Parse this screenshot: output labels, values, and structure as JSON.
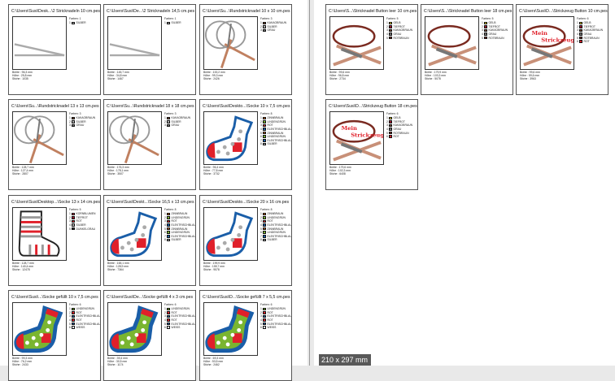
{
  "page_size_label": "210 x 297 mm",
  "legend_header": "Farben:",
  "pages": [
    {
      "cells": [
        {
          "title": "C:\\Users\\Susi\\Desk...\\2 Stricknadeln 10 cm.pes",
          "thumb": "needles",
          "colors_count": "1",
          "colors": [
            {
              "name": "SILBER",
              "hex": "#b0b0b0"
            }
          ],
          "stats": [
            "Breite : 96,3 mm",
            "Höhe : 25,8 mm",
            "Stiche : 1035"
          ]
        },
        {
          "title": "C:\\Users\\Susi\\De...\\2 Stricknadeln 14,5 cm.pes",
          "thumb": "needles",
          "colors_count": "1",
          "colors": [
            {
              "name": "SILBER",
              "hex": "#b0b0b0"
            }
          ],
          "stats": [
            "Breite : 145,7 mm",
            "Höhe : 34,8 mm",
            "Stiche : 1467"
          ]
        },
        {
          "title": "C:\\Users\\Su...\\Rundstricknadel 10 x 10 cm.pes",
          "thumb": "circular",
          "colors_count": "3",
          "colors": [
            {
              "name": "KAKAOBRAUN",
              "hex": "#7a4a32"
            },
            {
              "name": "SILBER",
              "hex": "#b0b0b0"
            },
            {
              "name": "GRAU",
              "hex": "#777777"
            }
          ],
          "stats": [
            "Breite : 100,2 mm",
            "Höhe : 99,3 mm",
            "Stiche : 2426"
          ]
        },
        {
          "title": "C:\\Users\\Su...\\Rundstricknadel 13 x 13 cm.pes",
          "thumb": "circular",
          "colors_count": "3",
          "colors": [
            {
              "name": "KAKAOBRAUN",
              "hex": "#7a4a32"
            },
            {
              "name": "SILBER",
              "hex": "#b0b0b0"
            },
            {
              "name": "GRAU",
              "hex": "#777777"
            }
          ],
          "stats": [
            "Breite : 128,7 mm",
            "Höhe : 127,4 mm",
            "Stiche : 2807"
          ]
        },
        {
          "title": "C:\\Users\\Su...\\Rundstricknadel 18 x 18 cm.pes",
          "thumb": "circular",
          "colors_count": "3",
          "colors": [
            {
              "name": "KAKAOBRAUN",
              "hex": "#7a4a32"
            },
            {
              "name": "SILBER",
              "hex": "#b0b0b0"
            },
            {
              "name": "GRAU",
              "hex": "#777777"
            }
          ],
          "stats": [
            "Breite : 176,3 mm",
            "Höhe : 178,1 mm",
            "Stiche : 3507"
          ]
        },
        {
          "title": "C:\\Users\\Susi\\Deskto...\\Socke 10  x 7,5 cm.pes",
          "thumb": "sock",
          "colors_count": "8",
          "colors": [
            {
              "name": "ZINNBRAUN",
              "hex": "#c0601a"
            },
            {
              "name": "LINDENGRÜN",
              "hex": "#7ab530"
            },
            {
              "name": "ROT",
              "hex": "#e0202a"
            },
            {
              "name": "ELEKTRISCHBLAU",
              "hex": "#1a5ea8"
            },
            {
              "name": "ZINNBRAUN",
              "hex": "#c0601a"
            },
            {
              "name": "LINDENGRÜN",
              "hex": "#7ab530"
            },
            {
              "name": "ELEKTRISCHBLAU",
              "hex": "#1a5ea8"
            },
            {
              "name": "SILBER",
              "hex": "#b0b0b0"
            }
          ],
          "stats": [
            "Breite : 96,4 mm",
            "Höhe : 77,8 mm",
            "Stiche : 3732"
          ]
        },
        {
          "title": "C:\\Users\\Susi\\Desktop...\\Socke 13 x 14 cm.pes",
          "thumb": "stripes",
          "colors_count": "5",
          "colors": [
            {
              "name": "KORNBLUMEN",
              "hex": "#d04050"
            },
            {
              "name": "TIEFROT",
              "hex": "#a01830"
            },
            {
              "name": "ROT",
              "hex": "#e0202a"
            },
            {
              "name": "SILBER",
              "hex": "#b0b0b0"
            },
            {
              "name": "DUNKELGRAU",
              "hex": "#333333"
            }
          ],
          "stats": [
            "Breite : 128,7 mm",
            "Höhe : 140,4 mm",
            "Stiche : 12478"
          ]
        },
        {
          "title": "C:\\Users\\Susi\\Deskt...\\Socke 16,5  x 13 cm.pes",
          "thumb": "sock",
          "colors_count": "8",
          "colors": [
            {
              "name": "ZINNBRAUN",
              "hex": "#c0601a"
            },
            {
              "name": "LINDENGRÜN",
              "hex": "#7ab530"
            },
            {
              "name": "ROT",
              "hex": "#e0202a"
            },
            {
              "name": "ELEKTRISCHBLAU",
              "hex": "#1a5ea8"
            },
            {
              "name": "ZINNBRAUN",
              "hex": "#c0601a"
            },
            {
              "name": "LINDENGRÜN",
              "hex": "#7ab530"
            },
            {
              "name": "ELEKTRISCHBLAU",
              "hex": "#1a5ea8"
            },
            {
              "name": "SILBER",
              "hex": "#b0b0b0"
            }
          ],
          "stats": [
            "Breite : 165,1 mm",
            "Höhe : 128,9 mm",
            "Stiche : 7364"
          ]
        },
        {
          "title": "C:\\Users\\Susi\\Deskto...\\Socke 20  x 16 cm.pes",
          "thumb": "sock",
          "colors_count": "8",
          "colors": [
            {
              "name": "ZINNBRAUN",
              "hex": "#c0601a"
            },
            {
              "name": "LINDENGRÜN",
              "hex": "#7ab530"
            },
            {
              "name": "ROT",
              "hex": "#e0202a"
            },
            {
              "name": "ELEKTRISCHBLAU",
              "hex": "#1a5ea8"
            },
            {
              "name": "ZINNBRAUN",
              "hex": "#c0601a"
            },
            {
              "name": "LINDENGRÜN",
              "hex": "#7ab530"
            },
            {
              "name": "ELEKTRISCHBLAU",
              "hex": "#1a5ea8"
            },
            {
              "name": "SILBER",
              "hex": "#b0b0b0"
            }
          ],
          "stats": [
            "Breite : 199,9 mm",
            "Höhe : 155,7 mm",
            "Stiche : 9578"
          ]
        },
        {
          "title": "C:\\Users\\Susi\\...\\Socke gefüllt 10  x 7,5 cm.pes",
          "thumb": "sockgreen",
          "colors_count": "6",
          "colors": [
            {
              "name": "LINDENGRÜN",
              "hex": "#7ab530"
            },
            {
              "name": "ROT",
              "hex": "#e0202a"
            },
            {
              "name": "ELEKTRISCHBLAU",
              "hex": "#1a5ea8"
            },
            {
              "name": "ROT",
              "hex": "#e0202a"
            },
            {
              "name": "ELEKTRISCHBLAU",
              "hex": "#1a5ea8"
            },
            {
              "name": "WEISS",
              "hex": "#ffffff"
            }
          ],
          "stats": [
            "Breite : 99,3 mm",
            "Höhe : 76,2 mm",
            "Stiche : 2433"
          ]
        },
        {
          "title": "C:\\Users\\Susi\\De...\\Socke gefüllt 4  x 3 cm.pes",
          "thumb": "sockgreen",
          "colors_count": "6",
          "colors": [
            {
              "name": "LINDENGRÜN",
              "hex": "#7ab530"
            },
            {
              "name": "ROT",
              "hex": "#e0202a"
            },
            {
              "name": "ELEKTRISCHBLAU",
              "hex": "#1a5ea8"
            },
            {
              "name": "ROT",
              "hex": "#e0202a"
            },
            {
              "name": "ELEKTRISCHBLAU",
              "hex": "#1a5ea8"
            },
            {
              "name": "WEISS",
              "hex": "#ffffff"
            }
          ],
          "stats": [
            "Breite : 39,4 mm",
            "Höhe : 30,5 mm",
            "Stiche : 1174"
          ]
        },
        {
          "title": "C:\\Users\\Susi\\D...\\Socke gefüllt 7  x 5,5 cm.pes",
          "thumb": "sockgreen",
          "colors_count": "6",
          "colors": [
            {
              "name": "LINDENGRÜN",
              "hex": "#7ab530"
            },
            {
              "name": "ROT",
              "hex": "#e0202a"
            },
            {
              "name": "ELEKTRISCHBLAU",
              "hex": "#1a5ea8"
            },
            {
              "name": "ROT",
              "hex": "#e0202a"
            },
            {
              "name": "ELEKTRISCHBLAU",
              "hex": "#1a5ea8"
            },
            {
              "name": "WEISS",
              "hex": "#ffffff"
            }
          ],
          "stats": [
            "Breite : 69,3 mm",
            "Höhe : 53,5 mm",
            "Stiche : 2462"
          ]
        }
      ]
    },
    {
      "cells": [
        {
          "title": "C:\\Users\\S...\\Stricknadel Button leer 10 cm.pes",
          "thumb": "button",
          "colors_count": "5",
          "colors": [
            {
              "name": "GELB",
              "hex": "#f2e030"
            },
            {
              "name": "TIEFROT",
              "hex": "#a01830"
            },
            {
              "name": "KAKAOBRAUN",
              "hex": "#7a4a32"
            },
            {
              "name": "GRAU",
              "hex": "#777777"
            },
            {
              "name": "ROTBRAUN",
              "hex": "#7a2a20"
            }
          ],
          "stats": [
            "Breite : 99,6 mm",
            "Höhe : 96,8 mm",
            "Stiche : 2734"
          ]
        },
        {
          "title": "C:\\Users\\S...\\Stricknadel Button leer 18 cm.pes",
          "thumb": "button",
          "colors_count": "5",
          "colors": [
            {
              "name": "GELB",
              "hex": "#f2e030"
            },
            {
              "name": "TIEFROT",
              "hex": "#a01830"
            },
            {
              "name": "KAKAOBRAUN",
              "hex": "#7a4a32"
            },
            {
              "name": "GRAU",
              "hex": "#777777"
            },
            {
              "name": "ROTBRAUN",
              "hex": "#7a2a20"
            }
          ],
          "stats": [
            "Breite : 179,9 mm",
            "Höhe : 103,3 mm",
            "Stiche : 5078"
          ]
        },
        {
          "title": "C:\\Users\\Susi\\D...\\Strickzeug Button 10 cm.pes",
          "thumb": "button-text",
          "colors_count": "6",
          "colors": [
            {
              "name": "GELB",
              "hex": "#f2e030"
            },
            {
              "name": "TIEFROT",
              "hex": "#a01830"
            },
            {
              "name": "KAKAOBRAUN",
              "hex": "#7a4a32"
            },
            {
              "name": "GRAU",
              "hex": "#777777"
            },
            {
              "name": "ROTBRAUN",
              "hex": "#7a2a20"
            },
            {
              "name": "ROT",
              "hex": "#e0202a"
            }
          ],
          "stats": [
            "Breite : 99,6 mm",
            "Höhe : 59,6 mm",
            "Stiche : 3963"
          ]
        },
        {
          "title": "C:\\Users\\Susi\\D...\\Strickzeug Button 18 cm.pes",
          "thumb": "button-text",
          "colors_count": "6",
          "colors": [
            {
              "name": "GELB",
              "hex": "#f2e030"
            },
            {
              "name": "TIEFROT",
              "hex": "#a01830"
            },
            {
              "name": "KAKAOBRAUN",
              "hex": "#7a4a32"
            },
            {
              "name": "GRAU",
              "hex": "#777777"
            },
            {
              "name": "ROTBRAUN",
              "hex": "#7a2a20"
            },
            {
              "name": "ROT",
              "hex": "#e0202a"
            }
          ],
          "stats": [
            "Breite : 179,6 mm",
            "Höhe : 102,3 mm",
            "Stiche : 6408"
          ]
        }
      ]
    }
  ],
  "thumb_text": [
    "Mein",
    "Strickzeug"
  ]
}
